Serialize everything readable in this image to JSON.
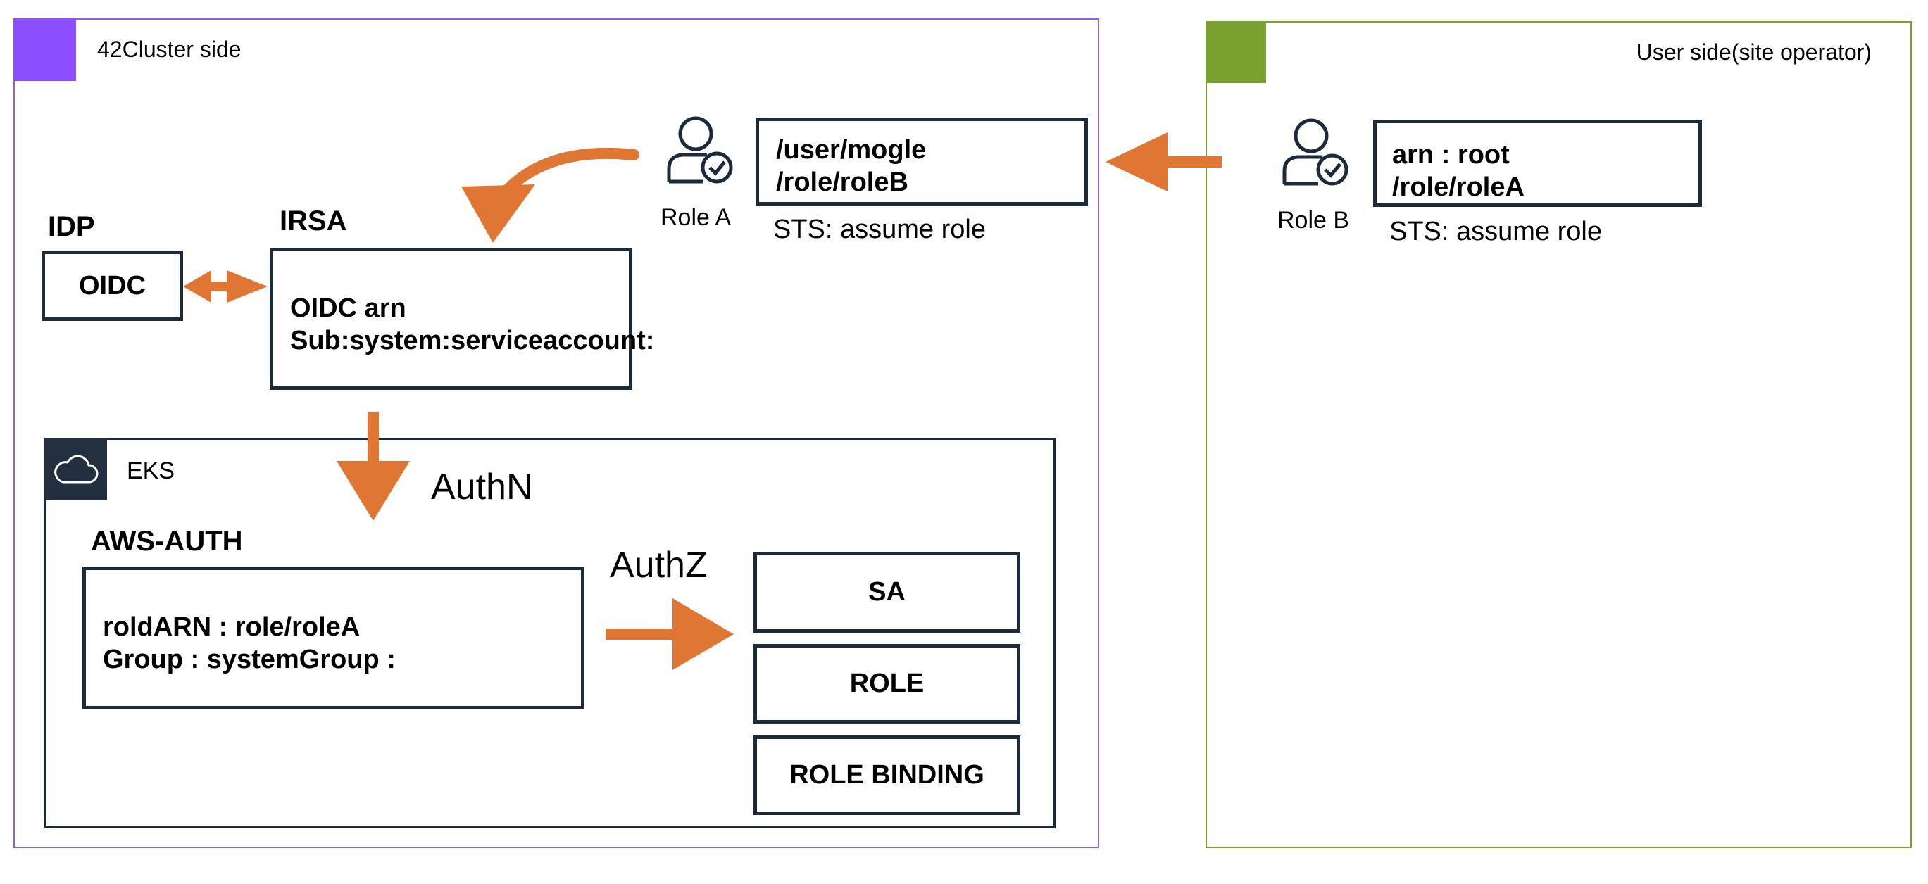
{
  "cluster_side": {
    "label": "42Cluster side"
  },
  "user_side": {
    "label": "User side(site operator)"
  },
  "role_a": {
    "label": "Role A",
    "lines": [
      "/user/mogle",
      "/role/roleB"
    ],
    "caption": "STS: assume role"
  },
  "role_b": {
    "label": "Role B",
    "lines": [
      "arn : root",
      "/role/roleA"
    ],
    "caption": "STS: assume role"
  },
  "idp": {
    "heading": "IDP",
    "box": "OIDC"
  },
  "irsa": {
    "heading": "IRSA",
    "lines": [
      "OIDC arn",
      "Sub:system:serviceaccount:"
    ]
  },
  "eks": {
    "label": "EKS"
  },
  "authn": "AuthN",
  "authz": "AuthZ",
  "aws_auth": {
    "heading": "AWS-AUTH",
    "lines": [
      "roldARN : role/roleA",
      "Group : systemGroup :"
    ]
  },
  "rbac": {
    "sa": "SA",
    "role": "ROLE",
    "binding": "ROLE BINDING"
  },
  "colors": {
    "arrow": "#e07634",
    "cluster_border": "#8f5fe0",
    "user_border": "#7aa12f",
    "eks_dark": "#232f3e"
  },
  "icons": {
    "role_a_icon": "user-check-icon",
    "role_b_icon": "user-check-icon",
    "eks_icon": "cloud-icon"
  }
}
